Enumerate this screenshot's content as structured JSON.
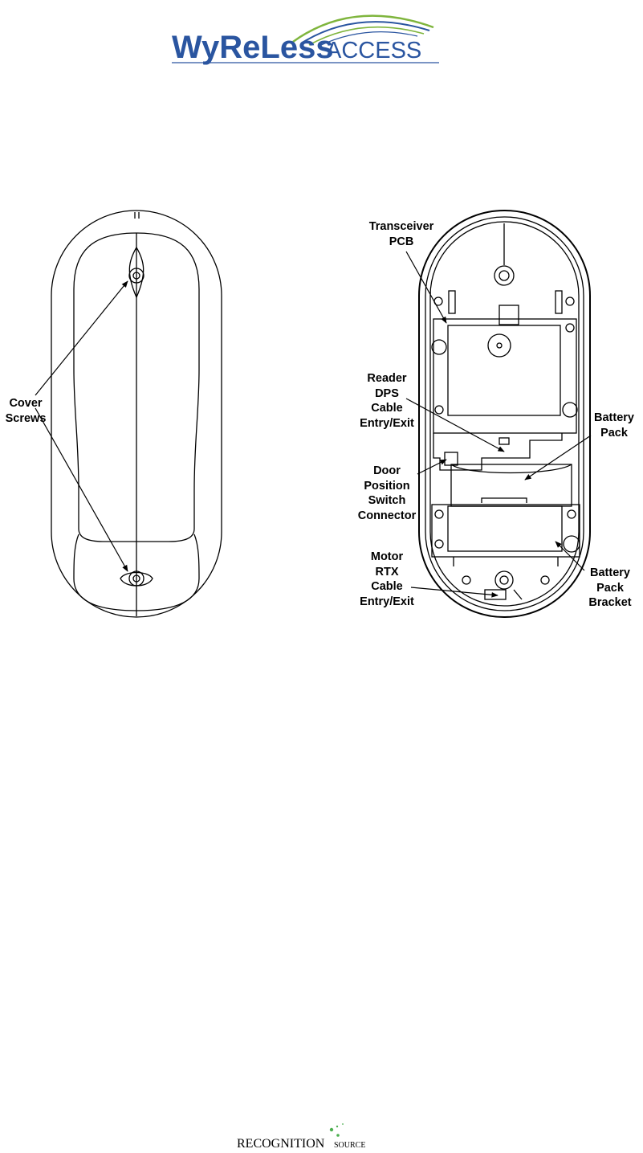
{
  "header": {
    "logo": {
      "word1": "WyReLess",
      "word2": "ACCESS",
      "colors": {
        "blue": "#2a55a0",
        "green": "#7fb53d"
      }
    }
  },
  "diagram": {
    "left_labels": {
      "cover_screws": [
        "Cover",
        "Screws"
      ]
    },
    "right_labels": {
      "transceiver_pcb": [
        "Transceiver",
        "PCB"
      ],
      "reader_dps_cable": [
        "Reader",
        "DPS",
        "Cable",
        "Entry/Exit"
      ],
      "door_position_switch": [
        "Door",
        "Position",
        "Switch",
        "Connector"
      ],
      "motor_rtx_cable": [
        "Motor",
        "RTX",
        "Cable",
        "Entry/Exit"
      ],
      "battery_pack": [
        "Battery",
        "Pack"
      ],
      "battery_pack_bracket": [
        "Battery",
        "Pack",
        "Bracket"
      ]
    },
    "line_color": "#000000"
  },
  "footer": {
    "brand_main": "RECOGNITION",
    "brand_sub": "SOURCE",
    "accent_color": "#4caf50"
  }
}
